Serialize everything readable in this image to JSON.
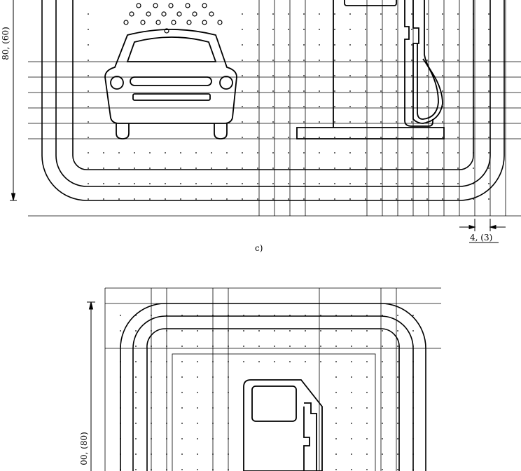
{
  "figure_c": {
    "label": "c)",
    "dim_height": "80, (60)",
    "dim_offset": "4, (3)"
  },
  "figure_d": {
    "dim_height": "00, (80)"
  },
  "colors": {
    "ink": "#000000",
    "grid": "#000000",
    "background": "#ffffff"
  },
  "icons": {
    "car": "car-wash-icon",
    "fuel_pump": "fuel-pump-icon"
  }
}
